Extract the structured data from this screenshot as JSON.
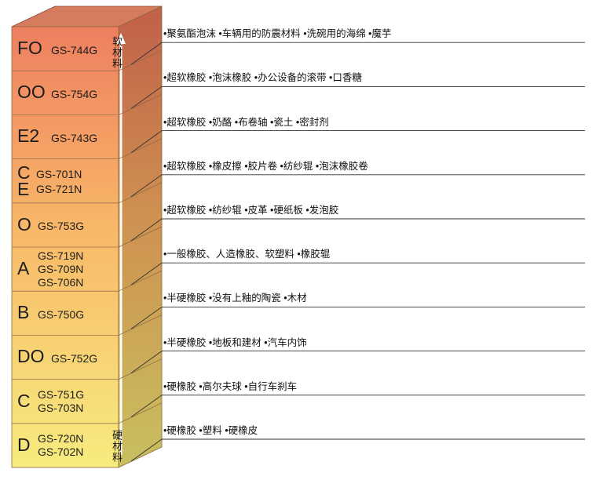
{
  "scale": {
    "top_label": "软材料",
    "bottom_label": "硬材料"
  },
  "rows": [
    {
      "letters": [
        "FO"
      ],
      "codes": [
        "GS-744G"
      ],
      "examples": "•聚氨酯泡沫 •车辆用的防震材料 •洗碗用的海绵 •魔芋"
    },
    {
      "letters": [
        "OO"
      ],
      "codes": [
        "GS-754G"
      ],
      "examples": "•超软橡胶 •泡沫橡胶 •办公设备的滚带 •口香糖"
    },
    {
      "letters": [
        "E2"
      ],
      "codes": [
        "GS-743G"
      ],
      "examples": "•超软橡胶 •奶酪 •布卷轴 •瓷土 •密封剂"
    },
    {
      "letters": [
        "C",
        "E"
      ],
      "codes": [
        "GS-701N",
        "GS-721N"
      ],
      "examples": "•超软橡胶 •橡皮擦 •胶片卷 •纺纱辊 •泡沫橡胶卷"
    },
    {
      "letters": [
        "O"
      ],
      "codes": [
        "GS-753G"
      ],
      "examples": "•超软橡胶 •纺纱辊 •皮革 •硬纸板 •发泡胶"
    },
    {
      "letters": [
        "A"
      ],
      "codes": [
        "GS-719N",
        "GS-709N",
        "GS-706N"
      ],
      "examples": "•一般橡胶、人造橡胶、软塑料 •橡胶辊"
    },
    {
      "letters": [
        "B"
      ],
      "codes": [
        "GS-750G"
      ],
      "examples": "•半硬橡胶 •没有上釉的陶瓷 •木材"
    },
    {
      "letters": [
        "DO"
      ],
      "codes": [
        "GS-752G"
      ],
      "examples": "•半硬橡胶 •地板和建材 •汽车内饰"
    },
    {
      "letters": [
        "C"
      ],
      "codes": [
        "GS-751G",
        "GS-703N"
      ],
      "examples": "•硬橡胶 •高尔夫球 •自行车刹车"
    },
    {
      "letters": [
        "D"
      ],
      "codes": [
        "GS-720N",
        "GS-702N"
      ],
      "examples": "•硬橡胶 •塑料 •硬橡皮"
    }
  ],
  "colors": {
    "top": "#ee7f60",
    "middle": "#f8b768",
    "bottom": "#f7ec7e",
    "side_top": "#c0604a",
    "side_bottom": "#c8c060",
    "cap": "#d67c5e",
    "line": "#333333"
  }
}
